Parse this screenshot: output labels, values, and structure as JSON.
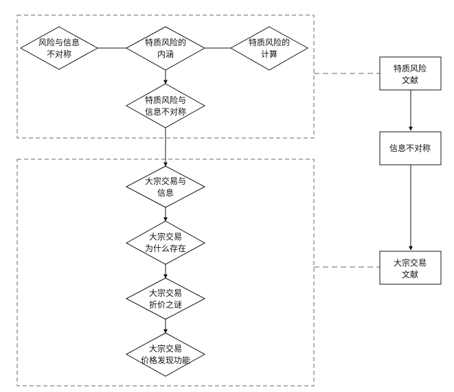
{
  "diagram": {
    "top_group": {
      "nodes": {
        "asymmetry": {
          "lines": [
            "风险与信息",
            "不对称"
          ]
        },
        "meaning": {
          "lines": [
            "特质风险的",
            "内涵"
          ]
        },
        "calc": {
          "lines": [
            "特质风险的",
            "计算"
          ]
        },
        "risk_info": {
          "lines": [
            "特质风险与",
            "信息不对称"
          ]
        }
      }
    },
    "bottom_group": {
      "nodes": {
        "block_info": {
          "lines": [
            "大宗交易与",
            "信息"
          ]
        },
        "why_exist": {
          "lines": [
            "大宗交易",
            "为什么存在"
          ]
        },
        "discount": {
          "lines": [
            "大宗交易",
            "折价之谜"
          ]
        },
        "price_discovery": {
          "lines": [
            "大宗交易",
            "价格发现功能"
          ]
        }
      }
    },
    "literature": {
      "risk_lit": {
        "lines": [
          "特质风险",
          "文献"
        ]
      },
      "info_asym": {
        "lines": [
          "信息不对称"
        ]
      },
      "block_lit": {
        "lines": [
          "大宗交易",
          "文献"
        ]
      }
    }
  }
}
